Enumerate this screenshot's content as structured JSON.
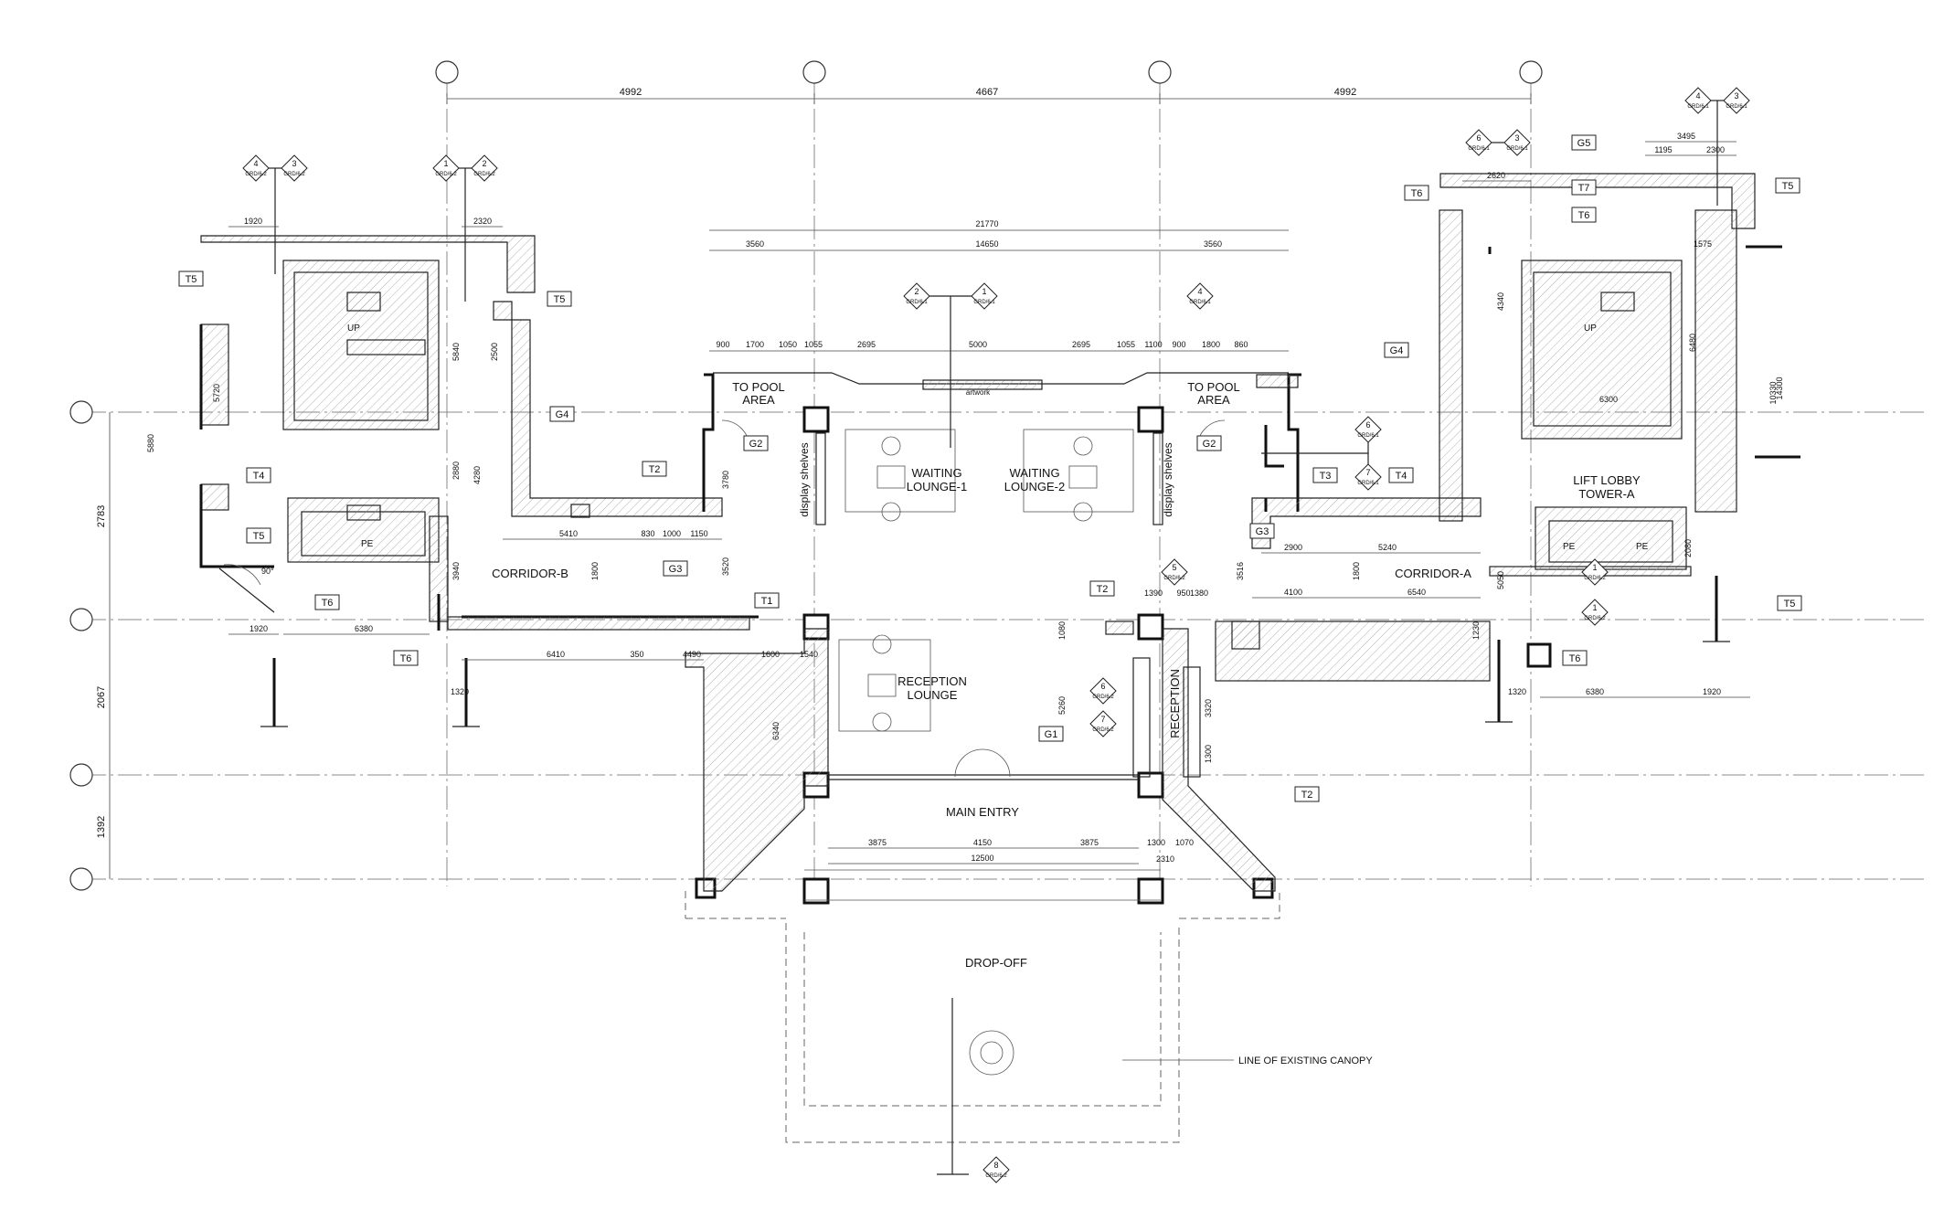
{
  "grid_dims": {
    "top": [
      "4992",
      "4667",
      "4992"
    ],
    "left": [
      "2783",
      "2067",
      "1392"
    ]
  },
  "rooms": {
    "waiting_lounge_1": [
      "WAITING",
      "LOUNGE-1"
    ],
    "waiting_lounge_2": [
      "WAITING",
      "LOUNGE-2"
    ],
    "reception_lounge": [
      "RECEPTION",
      "LOUNGE"
    ],
    "reception": "RECEPTION",
    "main_entry": "MAIN ENTRY",
    "drop_off": "DROP-OFF",
    "corridor_a": "CORRIDOR-A",
    "corridor_b": "CORRIDOR-B",
    "lift_lobby": [
      "LIFT LOBBY",
      "TOWER-A"
    ],
    "to_pool_left": [
      "TO POOL",
      "AREA"
    ],
    "to_pool_right": [
      "TO POOL",
      "AREA"
    ],
    "display_left": "display shelves",
    "display_right": "display shelves",
    "artwork": "artwork",
    "up_left": "UP",
    "up_right": "UP",
    "pe_left": "PE",
    "pe_right_1": "PE",
    "pe_right_2": "PE",
    "canopy_note": "LINE OF EXISTING CANOPY",
    "angle": "90°"
  },
  "tags": {
    "t1": "T1",
    "t2_a": "T2",
    "t2_b": "T2",
    "t2_c": "T2",
    "t3": "T3",
    "t4_a": "T4",
    "t4_b": "T4",
    "t5_a": "T5",
    "t5_b": "T5",
    "t5_c": "T5",
    "t5_d": "T5",
    "t5_e": "T5",
    "t6_a": "T6",
    "t6_b": "T6",
    "t6_c": "T6",
    "t6_d": "T6",
    "t6_e": "T6",
    "t7": "T7",
    "g1": "G1",
    "g2_a": "G2",
    "g2_b": "G2",
    "g3_a": "G3",
    "g3_b": "G3",
    "g4_a": "G4",
    "g4_b": "G4",
    "g5": "G5"
  },
  "section_marks": {
    "code_a": "GRD/6.2",
    "code_b": "GRD/6.1",
    "n1": "1",
    "n2": "2",
    "n3": "3",
    "n4": "4",
    "n5": "5",
    "n6": "6",
    "n7": "7",
    "n8": "8"
  },
  "dims": {
    "overall": "21770",
    "d3560": "3560",
    "d14650": "14650",
    "d3560b": "3560",
    "d900": "900",
    "d1700": "1700",
    "d1050": "1050",
    "d1055": "1055",
    "d2695": "2695",
    "d5000": "5000",
    "d2695b": "2695",
    "d1055b": "1055",
    "d1100": "1100",
    "d900b": "900",
    "d1800": "1800",
    "d860": "860",
    "d1920a": "1920",
    "d2320": "2320",
    "d1920b": "1920",
    "d6380a": "6380",
    "d6410": "6410",
    "d350": "350",
    "d4490": "4490",
    "d1600": "1600",
    "d1540": "1540",
    "d5410": "5410",
    "d830": "830",
    "d1000": "1000",
    "d1150": "1150",
    "d2900": "2900",
    "d5240": "5240",
    "d4100": "4100",
    "d6540": "6540",
    "d6380b": "6380",
    "d1920c": "1920",
    "d1320a": "1320",
    "d1320b": "1320",
    "d3875a": "3875",
    "d4150": "4150",
    "d3875b": "3875",
    "d12500": "12500",
    "d1300": "1300",
    "d2310": "2310",
    "d1070": "1070",
    "d2620": "2620",
    "d3495": "3495",
    "d1195": "1195",
    "d2300": "2300",
    "d1575": "1575",
    "d6300": "6300",
    "d14300": "14300",
    "d10330": "10330",
    "d6480": "6480",
    "d5720": "5720",
    "d5880": "5880",
    "d5840": "5840",
    "d2500": "2500",
    "d4280": "4280",
    "d2880": "2880",
    "d3940": "3940",
    "d3780": "3780",
    "d3520": "3520",
    "d5260": "5260",
    "d6340": "6340",
    "d3516": "3516",
    "d5050": "5050",
    "d2080": "2080",
    "d4340": "4340",
    "d1390": "1390",
    "d950": "950",
    "d1380": "1380",
    "d1080": "1080",
    "d1230": "1230",
    "d1800b": "1800",
    "d1800c": "1800",
    "d3320": "3320",
    "d1300b": "1300"
  }
}
